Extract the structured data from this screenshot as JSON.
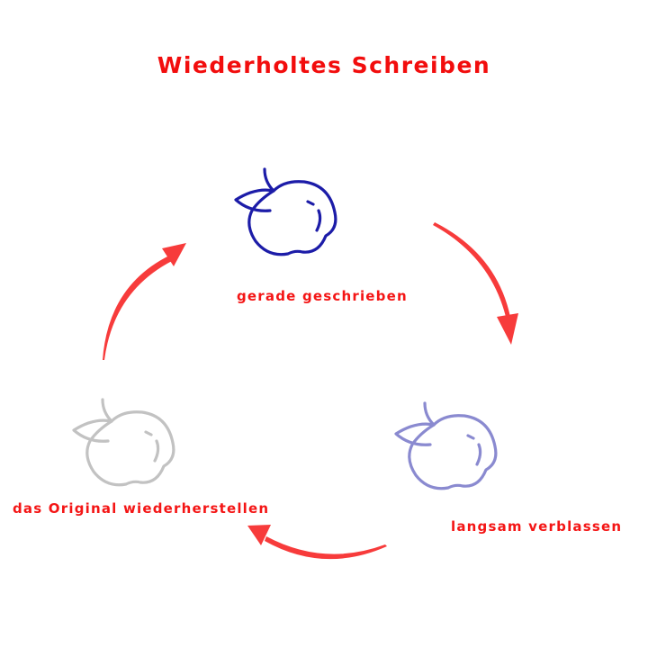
{
  "title": "Wiederholtes Schreiben",
  "colors": {
    "title": "#f20d0d",
    "label": "#f41515",
    "arrow": "#f73b3b",
    "apple_fresh": "#1c1ca8",
    "apple_fading": "#8a8ad0",
    "apple_restored": "#c2c2c2"
  },
  "stages": [
    {
      "id": "fresh",
      "label": "gerade geschrieben",
      "icon": "apple-icon",
      "ink": "dark-blue"
    },
    {
      "id": "fading",
      "label": "langsam verblassen",
      "icon": "apple-icon",
      "ink": "light-purple"
    },
    {
      "id": "restored",
      "label": "das Original wiederherstellen",
      "icon": "apple-icon",
      "ink": "light-gray"
    }
  ],
  "arrows": [
    {
      "from": "fresh",
      "to": "fading",
      "icon": "curved-arrow-icon"
    },
    {
      "from": "fading",
      "to": "restored",
      "icon": "curved-arrow-icon"
    },
    {
      "from": "restored",
      "to": "fresh",
      "icon": "curved-arrow-icon"
    }
  ]
}
